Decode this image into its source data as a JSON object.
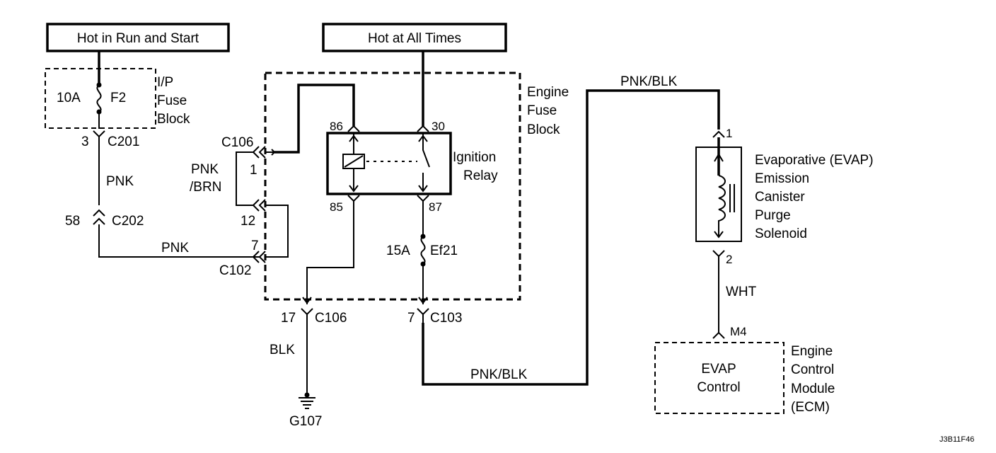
{
  "sources": {
    "run_start": "Hot in Run and Start",
    "all_times": "Hot at All Times"
  },
  "ip_fuse_block": {
    "name": [
      "I/P",
      "Fuse",
      "Block"
    ],
    "fuse_rating": "10A",
    "fuse_id": "F2"
  },
  "engine_fuse_block": {
    "name": [
      "Engine",
      "Fuse",
      "Block"
    ],
    "fuse_rating": "15A",
    "fuse_id": "Ef21"
  },
  "relay": {
    "name": [
      "Ignition",
      "Relay"
    ],
    "pins": {
      "p86": "86",
      "p30": "30",
      "p85": "85",
      "p87": "87"
    }
  },
  "connectors": {
    "c201_pin": "3",
    "c201": "C201",
    "c202_pin": "58",
    "c202": "C202",
    "c106_top": "C106",
    "c106_pin1": "1",
    "c106_pin12": "12",
    "c102_pin": "7",
    "c102": "C102",
    "c106_bottom_pin": "17",
    "c106_bottom": "C106",
    "c103_pin": "7",
    "c103": "C103",
    "sol_pin1": "1",
    "sol_pin2": "2",
    "ecm_pin": "M4"
  },
  "wires": {
    "pnk_upper": "PNK",
    "pnk_brn": [
      "PNK",
      "/BRN"
    ],
    "pnk_lower": "PNK",
    "blk": "BLK",
    "pnk_blk_top": "PNK/BLK",
    "pnk_blk_bottom": "PNK/BLK",
    "wht": "WHT"
  },
  "ground": "G107",
  "solenoid": {
    "name": [
      "Evaporative (EVAP)",
      "Emission",
      "Canister",
      "Purge",
      "Solenoid"
    ]
  },
  "ecm": {
    "function": [
      "EVAP",
      "Control"
    ],
    "name": [
      "Engine",
      "Control",
      "Module",
      "(ECM)"
    ]
  },
  "figure_id": "J3B11F46"
}
